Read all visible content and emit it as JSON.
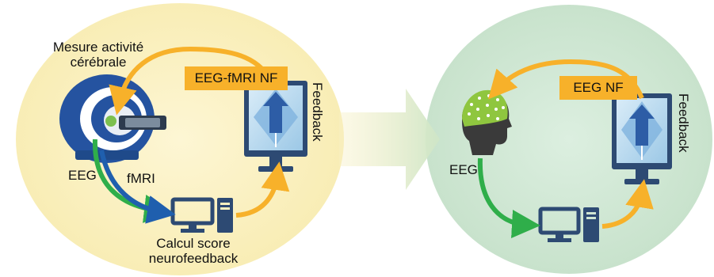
{
  "left_panel": {
    "measure_label_line1": "Mesure activité",
    "measure_label_line2": "cérébrale",
    "tag": "EEG-fMRI NF",
    "feedback_label": "Feedback",
    "eeg_label": "EEG",
    "fmri_label": "fMRI",
    "compute_line1": "Calcul score",
    "compute_line2": "neurofeedback"
  },
  "right_panel": {
    "tag": "EEG NF",
    "feedback_label": "Feedback",
    "eeg_label": "EEG"
  },
  "colors": {
    "left_bg": "#fbf1c0",
    "right_bg": "#cfe6d3",
    "tag": "#f7b12a",
    "arrow_yellow": "#f7b12a",
    "arrow_green": "#2fae4a",
    "arrow_blue": "#1f5fae",
    "device_dark": "#2d4a73"
  }
}
